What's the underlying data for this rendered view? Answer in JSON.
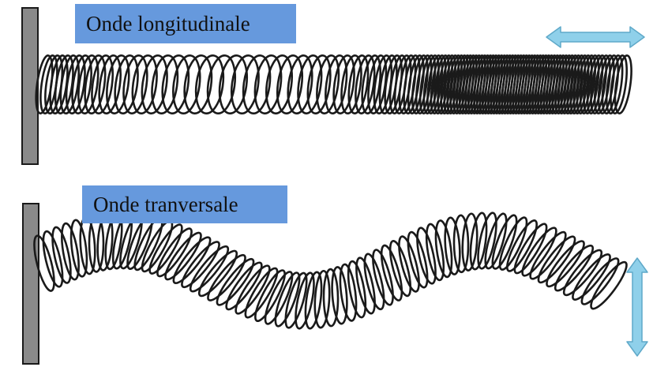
{
  "longitudinal": {
    "label": "Onde longitudinale",
    "arrow_icon": "horizontal-double-arrow",
    "arrow_color": "#8fd0ea"
  },
  "transversal": {
    "label": "Onde tranversale",
    "arrow_icon": "vertical-double-arrow",
    "arrow_color": "#8fd0ea"
  },
  "colors": {
    "label_bg": "#6699dd",
    "wall_fill": "#8a8a8a",
    "coil_stroke": "#1a1a1a"
  }
}
